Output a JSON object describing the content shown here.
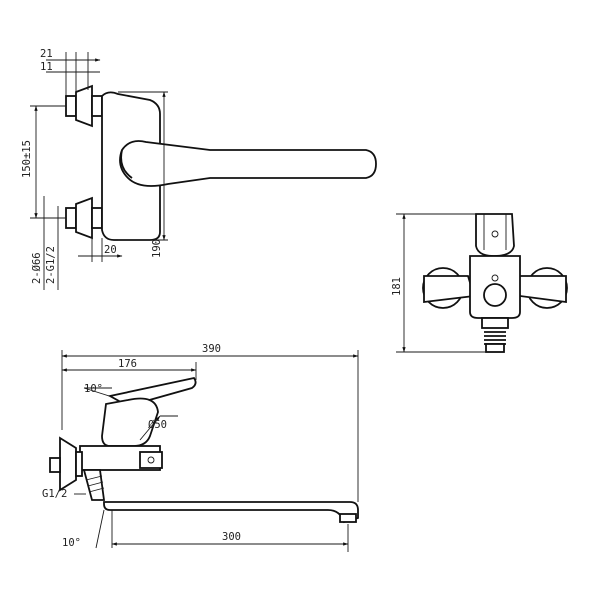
{
  "labels": {
    "top_w1": "21",
    "top_w2": "11",
    "spacing": "150±15",
    "diam": "2-Ø66",
    "thread_top": "2-G1/2",
    "depth": "20",
    "height": "190",
    "side_height": "181",
    "length_total": "390",
    "length_176": "176",
    "angle_top": "10°",
    "handle_diam": "Ø50",
    "thread_bottom": "G1/2",
    "angle_bottom": "10°",
    "spout_length": "300"
  }
}
